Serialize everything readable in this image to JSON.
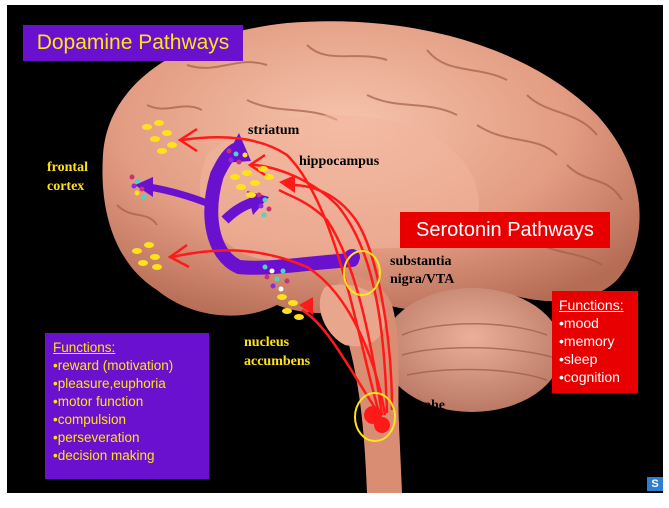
{
  "titles": {
    "dopamine": "Dopamine Pathways",
    "serotonin": "Serotonin Pathways"
  },
  "labels": {
    "striatum": "striatum",
    "hippocampus": "hippocampus",
    "frontal_cortex_1": "frontal",
    "frontal_cortex_2": "cortex",
    "substantia_1": "substantia",
    "substantia_2": "nigra/VTA",
    "nucleus_1": "nucleus",
    "nucleus_2": "accumbens",
    "raphe": "raphe"
  },
  "dopamine_functions": {
    "heading": "Functions:",
    "items": [
      "•reward (motivation)",
      "•pleasure,euphoria",
      "•motor function",
      "•compulsion",
      "•perseveration",
      "•decision making"
    ]
  },
  "serotonin_functions": {
    "heading": "Functions:",
    "items": [
      "•mood",
      "•memory",
      "•sleep",
      "•cognition"
    ]
  },
  "colors": {
    "dopamine": "#6a11cf",
    "serotonin": "#e80000",
    "highlight_text": "#ffe21a",
    "brain": "#e9a38a"
  }
}
